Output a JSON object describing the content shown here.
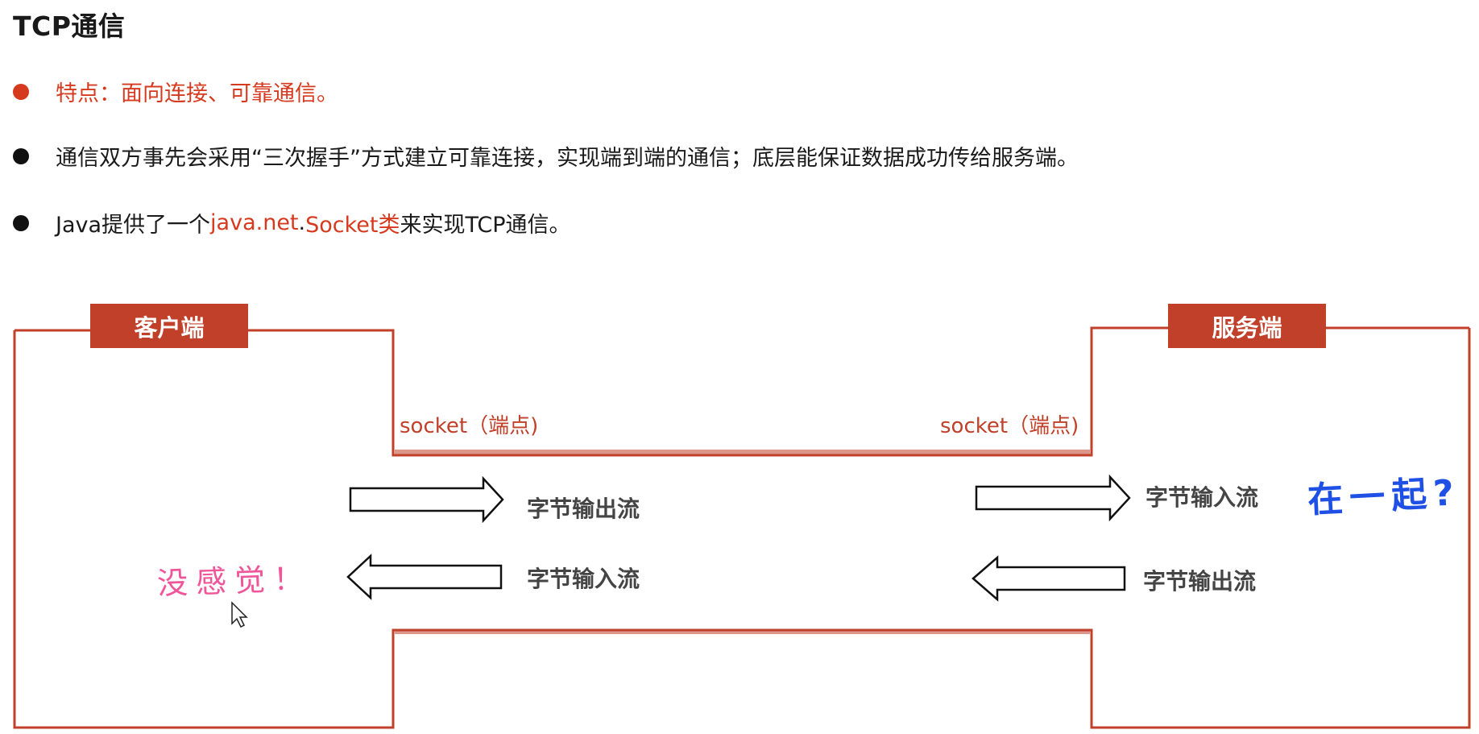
{
  "title": "TCP通信",
  "bullets": {
    "b1": "特点：面向连接、可靠通信。",
    "b2": "通信双方事先会采用“三次握手”方式建立可靠连接，实现端到端的通信；底层能保证数据成功传给服务端。",
    "b3_pre": "Java提供了一个",
    "b3_red1": "java.net",
    "b3_dot": ".",
    "b3_red2": "Socket类",
    "b3_post": "来实现TCP通信。"
  },
  "diagram": {
    "client_label": "客户端",
    "server_label": "服务端",
    "client_socket": "socket（端点)",
    "server_socket": "socket（端点)",
    "client_output": "字节输出流",
    "client_input": "字节输入流",
    "server_input": "字节输入流",
    "server_output": "字节输出流",
    "note_left": "没感觉！",
    "note_right": "在一起?"
  },
  "colors": {
    "accent": "#c0402a",
    "red_text": "#d63a1e",
    "pink_note": "#f0559a",
    "blue_note": "#1f50e6"
  }
}
